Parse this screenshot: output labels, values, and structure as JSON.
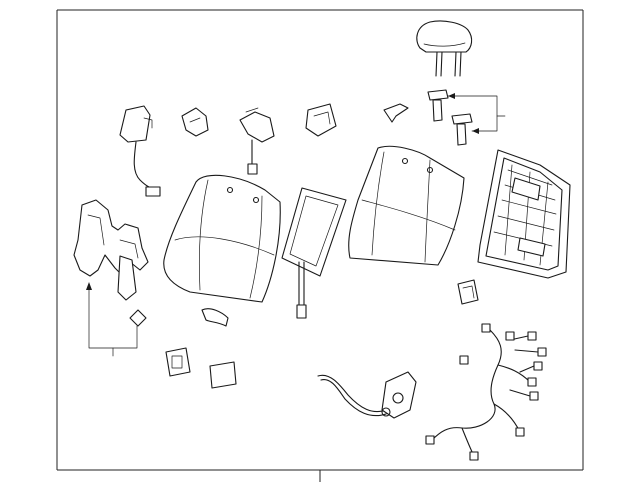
{
  "diagram": {
    "title": "",
    "labels": [],
    "colors": {
      "line": "#1a1a1a",
      "background": "#ffffff"
    },
    "parts": [
      "headrest",
      "headrest-guide-left",
      "headrest-guide-right",
      "seatback-frame",
      "seatback-cover-right",
      "seatback-pad",
      "seatback-cover-left",
      "seatback-frame-bracket",
      "small-clip",
      "seat-heater-sensor",
      "harness-connector-bracket",
      "lumbar-clip",
      "armrest-knob",
      "back-board",
      "hinge-cover",
      "harness-clamp",
      "small-cover-clip",
      "bracket-cover",
      "seat-wire-harness",
      "recliner-cable",
      "lumbar-motor",
      "side-frame-bracket",
      "clip-diamond"
    ]
  }
}
